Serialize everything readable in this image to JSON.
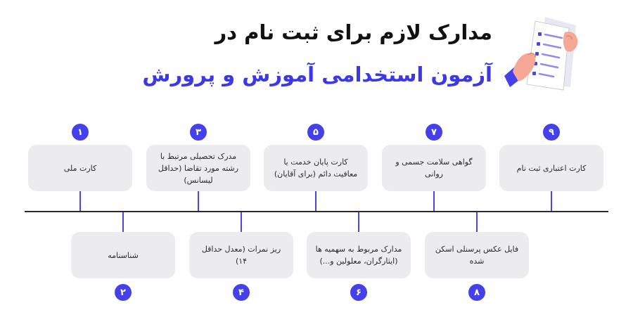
{
  "header": {
    "title_line1": "مدارک لازم برای ثبت نام در",
    "title_line2": "آزمون استخدامی آموزش و پرورش",
    "accent_color": "#3b38ea",
    "illustration_icon": "document-checklist-in-hands-icon"
  },
  "steps": [
    {
      "number": "۱",
      "label": "کارت ملی"
    },
    {
      "number": "۲",
      "label": "شناسنامه"
    },
    {
      "number": "۳",
      "label": "مدرک تحصیلی مرتبط با رشته مورد تقاضا (حداقل لیسانس)"
    },
    {
      "number": "۴",
      "label": "ریز نمرات (معدل حداقل ۱۴)"
    },
    {
      "number": "۵",
      "label": "کارت پایان خدمت یا معافیت دائم (برای آقایان)"
    },
    {
      "number": "۶",
      "label": "مدارک مربوط به سهمیه ها (ایثارگران، معلولین و...)"
    },
    {
      "number": "۷",
      "label": "گواهی سلامت جسمی و روانی"
    },
    {
      "number": "۸",
      "label": "فایل عکس پرسنلی اسکن شده"
    },
    {
      "number": "۹",
      "label": "کارت اعتباری ثبت نام"
    }
  ]
}
